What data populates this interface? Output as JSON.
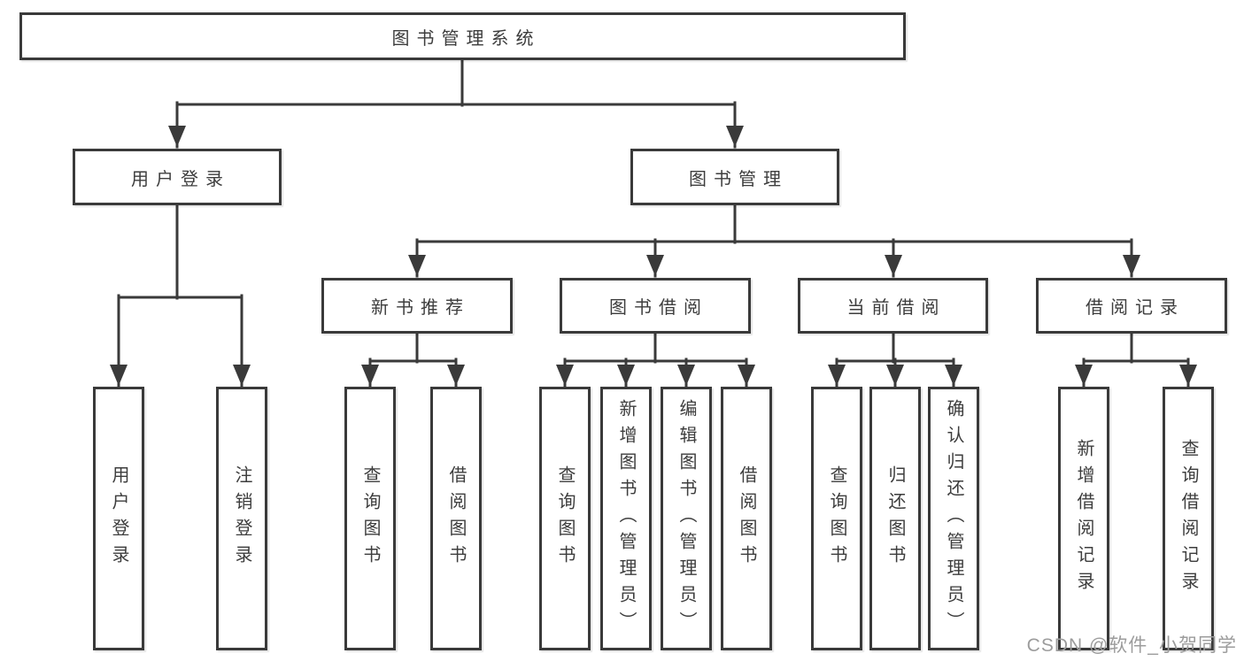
{
  "diagram": {
    "root": {
      "label": "图书管理系统"
    },
    "branches": [
      {
        "label": "用户登录",
        "children": [
          {
            "label": "用户登录"
          },
          {
            "label": "注销登录"
          }
        ]
      },
      {
        "label": "图书管理",
        "children": [
          {
            "label": "新书推荐",
            "children": [
              {
                "label": "查询图书"
              },
              {
                "label": "借阅图书"
              }
            ]
          },
          {
            "label": "图书借阅",
            "children": [
              {
                "label": "查询图书"
              },
              {
                "label": "新增图书（管理员）"
              },
              {
                "label": "编辑图书（管理员）"
              },
              {
                "label": "借阅图书"
              }
            ]
          },
          {
            "label": "当前借阅",
            "children": [
              {
                "label": "查询图书"
              },
              {
                "label": "归还图书"
              },
              {
                "label": "确认归还（管理员）"
              }
            ]
          },
          {
            "label": "借阅记录",
            "children": [
              {
                "label": "新增借阅记录"
              },
              {
                "label": "查询借阅记录"
              }
            ]
          }
        ]
      }
    ]
  },
  "watermark": {
    "text": "CSDN @软件_小贺同学"
  },
  "colors": {
    "line": "#3a3a3a",
    "text": "#3d3d3d",
    "box_background": "#ffffff",
    "page_background": "#ffffff",
    "watermark": "#9c9c9c"
  }
}
